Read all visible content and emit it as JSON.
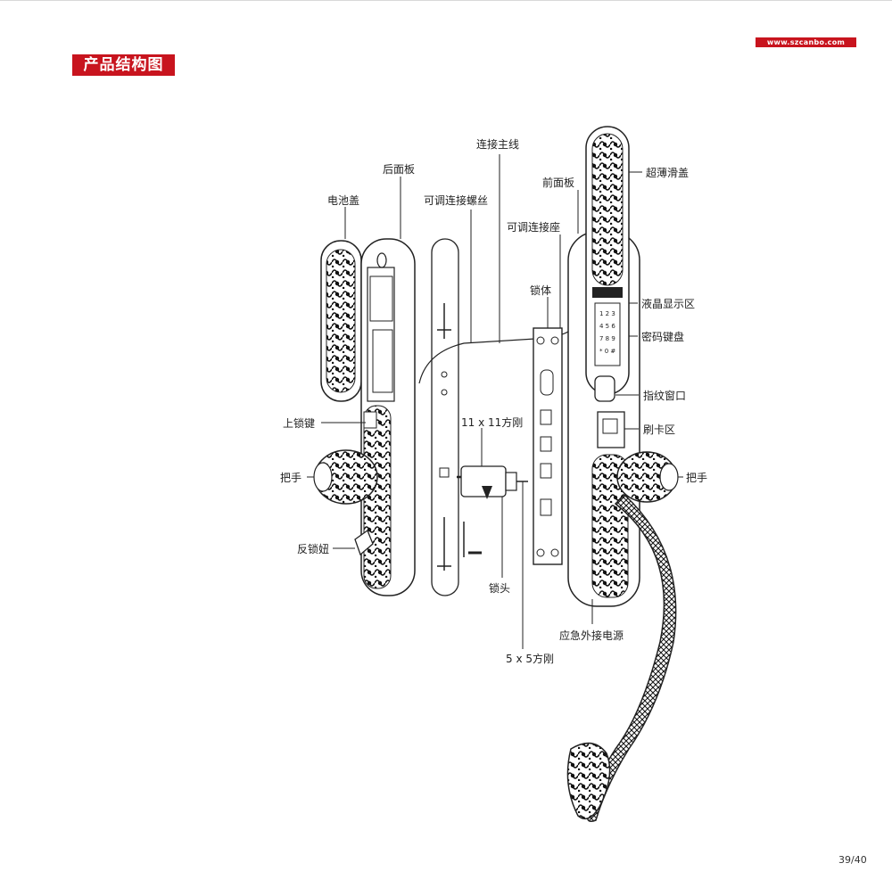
{
  "header": {
    "title": "产品结构图",
    "url": "www.szcanbo.com"
  },
  "labels": {
    "battery_cover": "电池盖",
    "back_panel": "后面板",
    "adjustable_screw": "可调连接螺丝",
    "main_wire": "连接主线",
    "adjustable_seat": "可调连接座",
    "front_panel": "前面板",
    "slide_cover": "超薄滑盖",
    "lock_body": "锁体",
    "lcd_area": "液晶显示区",
    "keypad": "密码键盘",
    "fingerprint": "指纹窗口",
    "card_area": "刷卡区",
    "handle_right": "把手",
    "handle_left": "把手",
    "lock_key": "上锁键",
    "reverse_knob": "反锁妞",
    "spindle_11": "11 x 11方刚",
    "cylinder": "锁头",
    "spindle_5": "5 x 5方刚",
    "emergency_power": "应急外接电源"
  },
  "footer": {
    "page": "39/40"
  },
  "colors": {
    "accent": "#c8141e",
    "line": "#222222"
  }
}
